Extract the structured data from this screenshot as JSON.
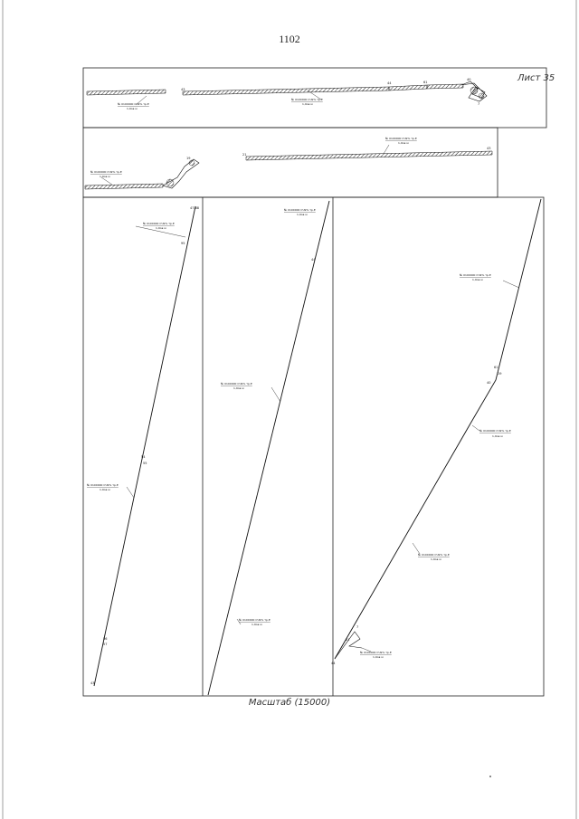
{
  "page": {
    "number": "1102",
    "sheet_label": "Лист 35",
    "scale_caption": "Масштаб (15000)"
  },
  "segment_labels": {
    "pipe_code": "№ 0100000 СЧ9% тр.Е",
    "length": "1,9ов м"
  },
  "vertex_labels": {
    "a": "47.68",
    "b": "95",
    "c": "54",
    "d": "55",
    "e": "56",
    "f": "57",
    "g": "43",
    "h": "44",
    "i": "61",
    "j": "40",
    "k": "7",
    "l": "19",
    "m": "21"
  }
}
